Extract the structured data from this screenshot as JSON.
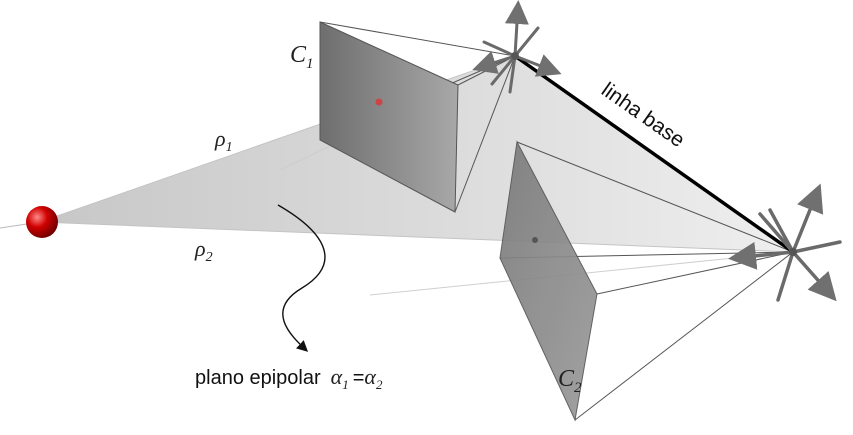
{
  "labels": {
    "c1_main": "C",
    "c1_sub": "1",
    "c2_main": "C",
    "c2_sub": "2",
    "rho1_main": "ρ",
    "rho1_sub": "1",
    "rho2_main": "ρ",
    "rho2_sub": "2",
    "baseline": "linha base",
    "plane_text": "plano epipolar",
    "alpha_main": "α",
    "alpha1_sub": "1",
    "equals": "=",
    "alpha2_sub": "2"
  },
  "colors": {
    "background": "#ffffff",
    "plane_fill": "#d6d6d6",
    "image_plane": "#8a8a8a",
    "baseline": "#000000",
    "point": "#cc0000",
    "axis_arrows": "#707070",
    "rays": "#888888"
  }
}
